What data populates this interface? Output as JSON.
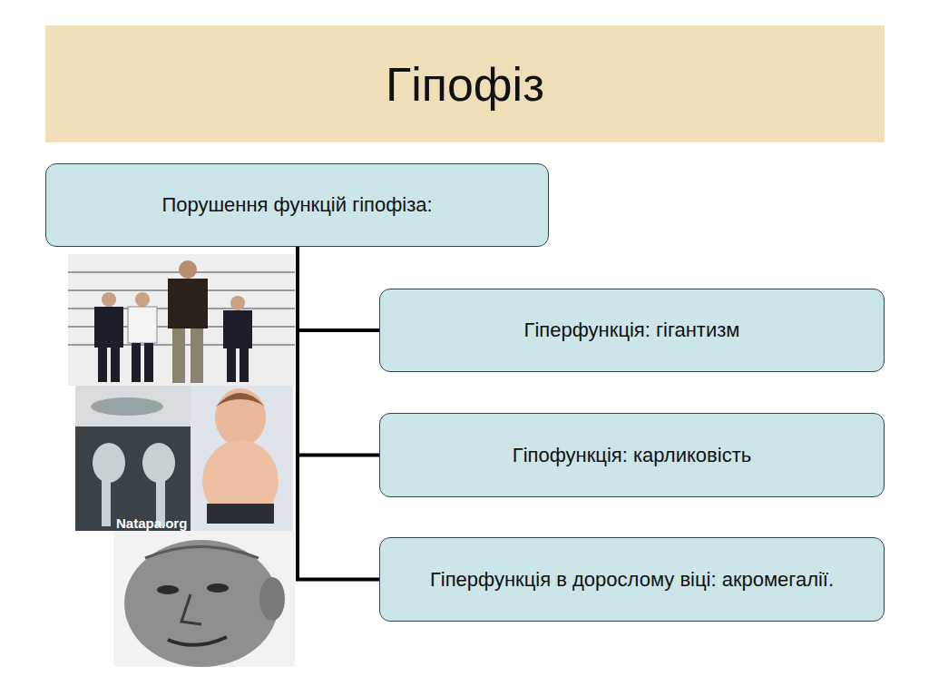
{
  "diagram": {
    "title": "Гіпофіз",
    "nodes": [
      {
        "text": [
          "Порушення функцій гіпофіза:"
        ]
      },
      {
        "text": [
          "Гіперфункція: гігантизм"
        ]
      },
      {
        "text": [
          "Гіпофункція: карликовість"
        ]
      },
      {
        "text": [
          "Гіперфункція в дорослому віці: акромегалії."
        ]
      }
    ],
    "edges": [
      {
        "from": 0,
        "to": 1,
        "arrow": "none"
      },
      {
        "from": 0,
        "to": 2,
        "arrow": "none"
      },
      {
        "from": 0,
        "to": 3,
        "arrow": "none"
      }
    ],
    "labels": [
      "Natapa.org"
    ]
  }
}
